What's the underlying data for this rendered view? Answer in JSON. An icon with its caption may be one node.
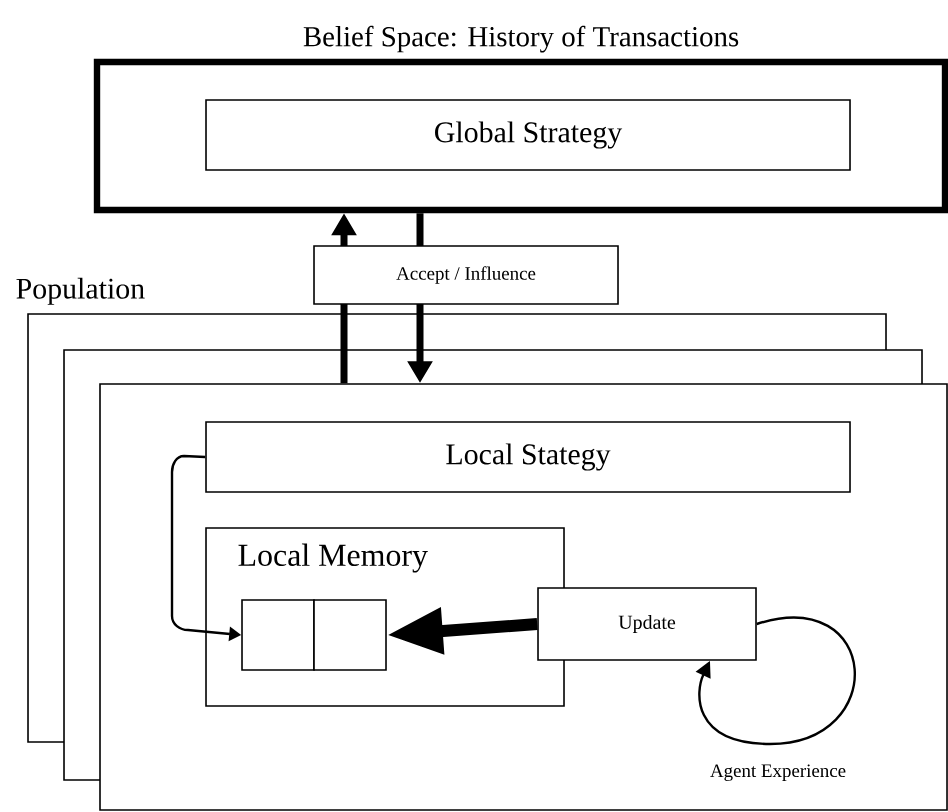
{
  "diagram": {
    "nodes": [
      {
        "text": [
          "Belief Space: History of Transactions"
        ]
      },
      {
        "text": [
          "Global Strategy"
        ],
        "in": 0
      },
      {
        "text": [
          "Population"
        ]
      },
      {
        "text": [
          "Local Stategy"
        ],
        "in": 2
      },
      {
        "text": [
          "Local Memory"
        ],
        "in": 2
      },
      {
        "text": [],
        "shape": "box",
        "in": 4
      },
      {
        "text": [],
        "shape": "box",
        "in": 4
      },
      {
        "text": [
          "Update"
        ],
        "in": 2
      }
    ],
    "edges": [
      {
        "from": 2,
        "to": 0,
        "arrow": "to"
      },
      {
        "from": 0,
        "to": 2,
        "arrow": "to",
        "label": "Accept / Influence"
      },
      {
        "from": 3,
        "to": 5,
        "arrow": "to"
      },
      {
        "from": 7,
        "to": 6,
        "arrow": "to"
      },
      {
        "from": 7,
        "to": 7,
        "arrow": "to",
        "label": "Agent Experience"
      }
    ]
  }
}
